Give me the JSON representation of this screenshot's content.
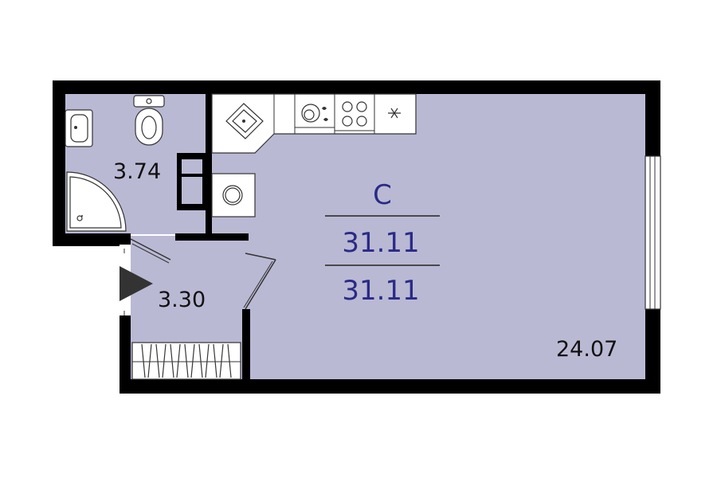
{
  "apartment": {
    "type_code": "С",
    "total_area": "31.11",
    "living_total_area": "31.11"
  },
  "rooms": {
    "bathroom_area": "3.74",
    "hallway_area": "3.30",
    "main_room_area": "24.07"
  },
  "colors": {
    "room_fill": "#bab9d4",
    "wall": "#000000",
    "accent_text": "#2a2a86",
    "entrance_marker": "#333333"
  },
  "icons": [
    "toilet-icon",
    "sink-icon",
    "shower-icon",
    "kitchen-sink-icon",
    "dishwasher-icon",
    "stove-icon",
    "fridge-icon",
    "washing-machine-icon",
    "wardrobe-icon",
    "entrance-arrow-icon",
    "window-icon",
    "door-swing-icon"
  ]
}
